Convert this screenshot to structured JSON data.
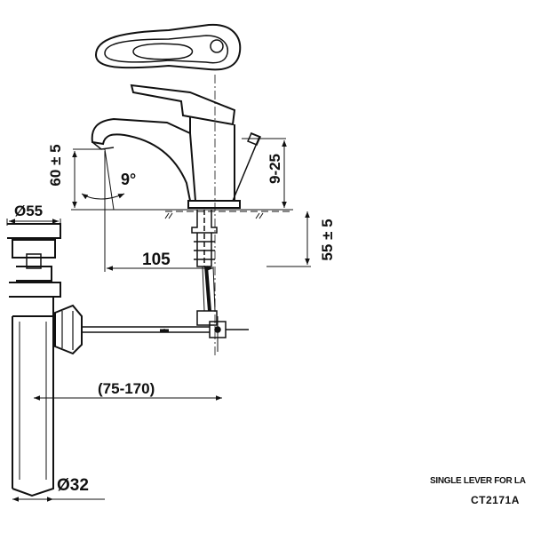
{
  "drawing": {
    "dimensions": {
      "spout_height": "60 ± 5",
      "spout_angle": "9°",
      "lever_travel": "9-25",
      "body_depth": "55 ± 5",
      "reach": "105",
      "waste_diameter": "Ø55",
      "rod_length": "(75-170)",
      "tail_diameter": "Ø32"
    }
  },
  "title_block": {
    "description": "SINGLE LEVER    FOR LA",
    "model_code": "CT2171A"
  }
}
